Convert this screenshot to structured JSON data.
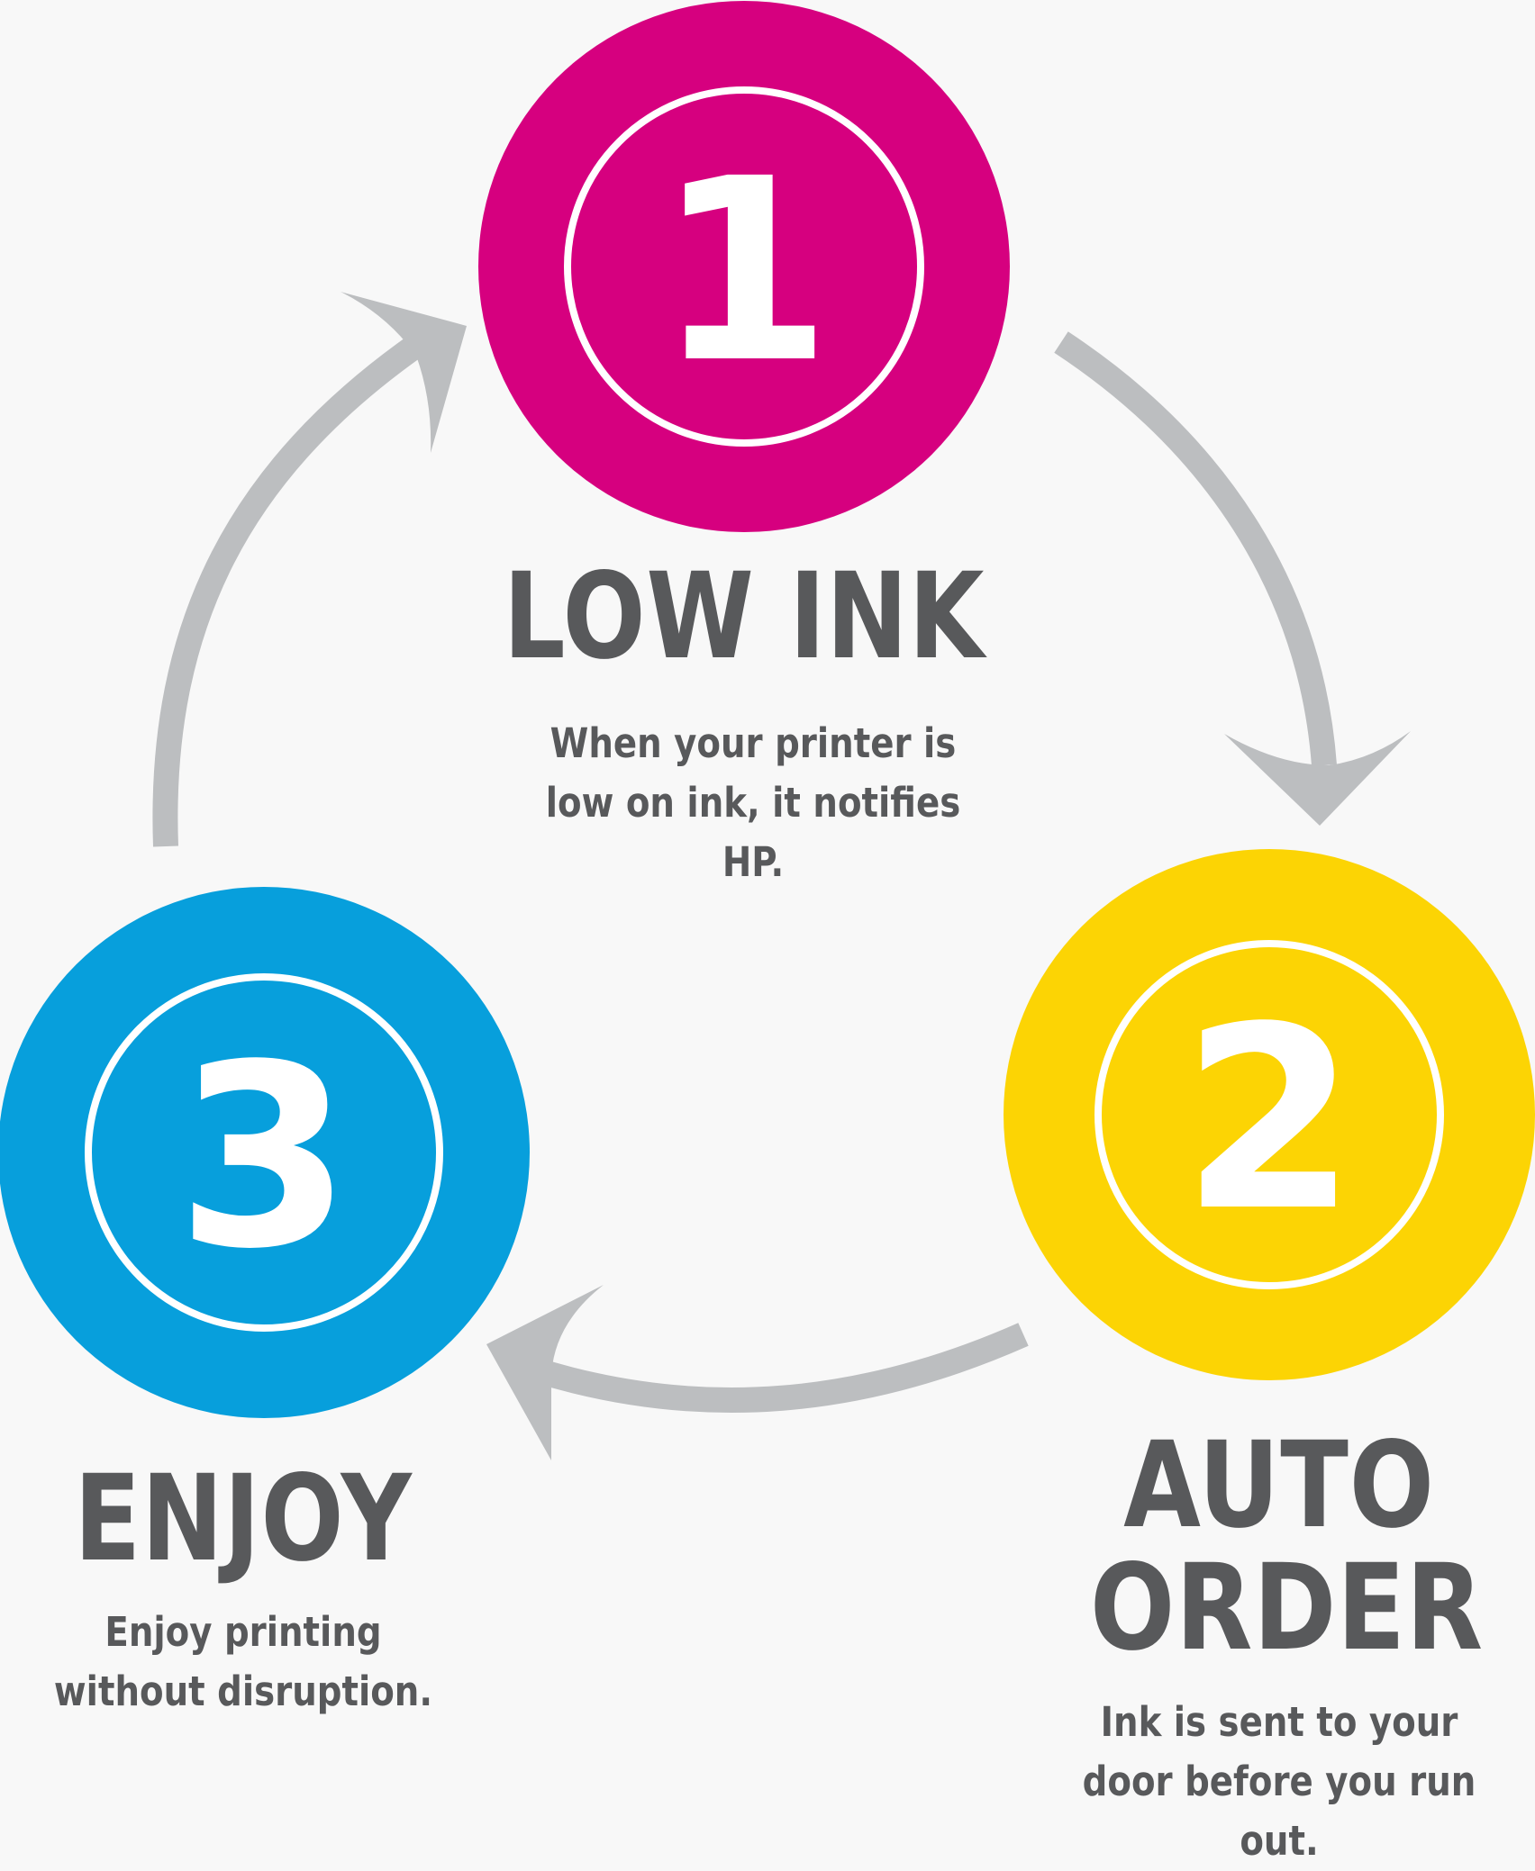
{
  "colors": {
    "magenta": "#d6007f",
    "yellow": "#fcd404",
    "cyan": "#079fdc",
    "arrow": "#bcbec0",
    "text": "#58595b",
    "background": "#f8f8f8"
  },
  "steps": [
    {
      "number": "1",
      "title": "LOW INK",
      "description": "When your printer is low on ink, it notifies HP."
    },
    {
      "number": "2",
      "title": "AUTO ORDER",
      "description": "Ink is sent to your door before you run out."
    },
    {
      "number": "3",
      "title": "ENJOY",
      "description": "Enjoy printing without disruption."
    }
  ]
}
